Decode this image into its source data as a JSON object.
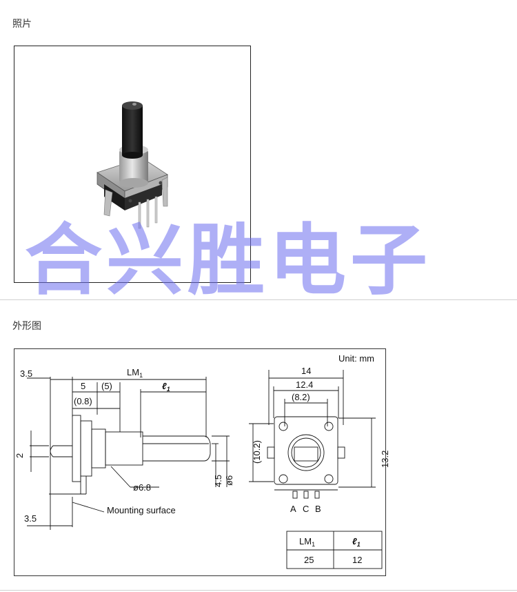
{
  "sections": {
    "photo_title": "照片",
    "drawing_title": "外形图"
  },
  "watermark": {
    "text": "合兴胜电子",
    "color": "#6d6ef0"
  },
  "drawing": {
    "unit_label": "Unit: mm",
    "side_view": {
      "lm1": "LM",
      "lm1_sub": "1",
      "dim_3_5_top": "3.5",
      "dim_5": "5",
      "dim_5_paren": "(5)",
      "dim_l1": "ℓ",
      "dim_l1_sub": "1",
      "dim_0_8": "(0.8)",
      "dim_2": "2",
      "dim_4_5": "4.5",
      "dim_phi6": "ø6",
      "dim_phi6_8": "ø6.8",
      "mounting_surface": "Mounting surface",
      "dim_3_5_bottom": "3.5"
    },
    "front_view": {
      "dim_14": "14",
      "dim_12_4": "12.4",
      "dim_8_2": "(8.2)",
      "dim_10_2": "(10.2)",
      "dim_13_2": "13.2",
      "pin_a": "A",
      "pin_c": "C",
      "pin_b": "B"
    },
    "table": {
      "headers": [
        "LM",
        "ℓ"
      ],
      "header_subs": [
        "1",
        "1"
      ],
      "rows": [
        [
          "25",
          "12"
        ]
      ]
    }
  }
}
